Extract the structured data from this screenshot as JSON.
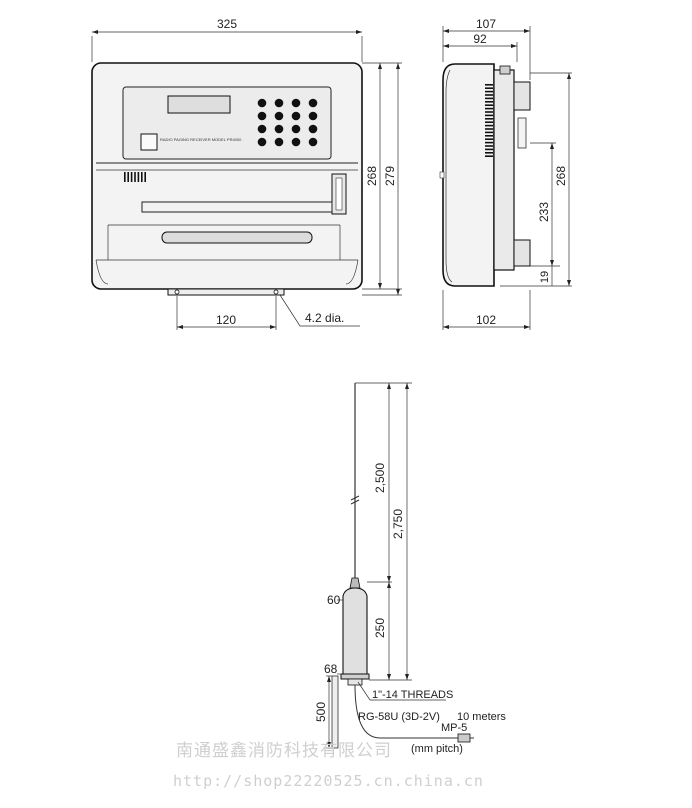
{
  "front_view": {
    "dim_width": "325",
    "dim_height_inner": "268",
    "dim_height_outer": "279",
    "dim_mount_spacing": "120",
    "dim_hole": "4.2 dia.",
    "panel_label": "RADIO PAGING RECEIVER  MODEL PR4000"
  },
  "side_view": {
    "dim_depth_total": "107",
    "dim_depth_body": "92",
    "dim_height": "268",
    "dim_height_mid": "233",
    "dim_bottom": "19",
    "dim_base": "102"
  },
  "antenna": {
    "dim_whip": "2,500",
    "dim_total": "2,750",
    "dim_body": "250",
    "dim_top_diameter": "60",
    "dim_bottom_diameter": "68",
    "dim_mount": "500",
    "thread_label": "1\"-14 THREADS",
    "cable_label": "RG-58U (3D-2V)",
    "cable_length": "10 meters",
    "connector_label": "MP-5",
    "connector_pitch": "(mm pitch)"
  },
  "watermark": {
    "company": "南通盛鑫消防科技有限公司",
    "url": "http://shop22220525.cn.china.cn"
  }
}
